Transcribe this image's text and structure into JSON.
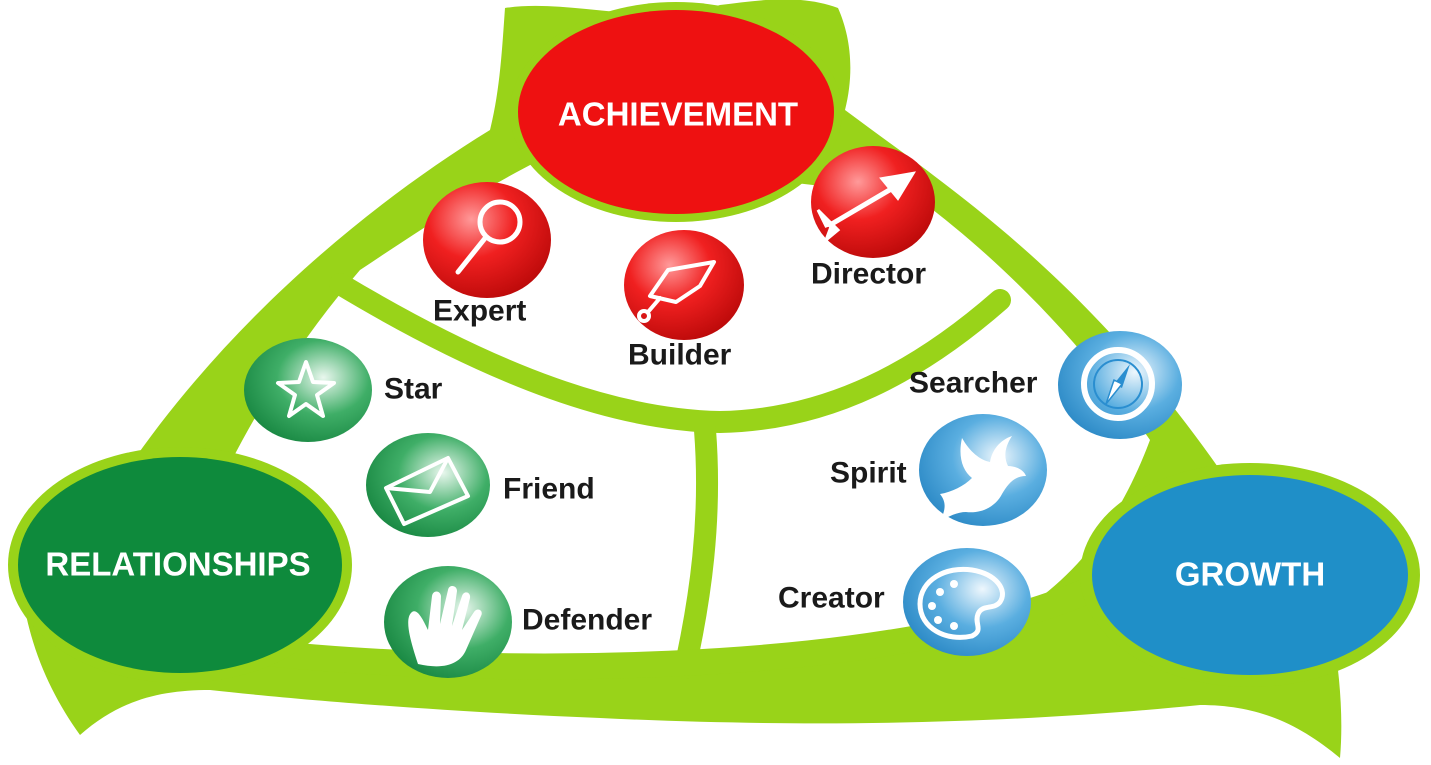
{
  "colors": {
    "frame": "#99d319",
    "frame_dark": "#86bd12",
    "achievement": "#ee1111",
    "relationships": "#0e8a3c",
    "growth": "#1f8fc8",
    "icon_red": "#e01818",
    "icon_green": "#17924a",
    "icon_blue": "#2a8ed0"
  },
  "hubs": {
    "achievement": "ACHIEVEMENT",
    "relationships": "RELATIONSHIPS",
    "growth": "GROWTH"
  },
  "items": {
    "expert": {
      "label": "Expert",
      "icon": "magnifier-icon"
    },
    "builder": {
      "label": "Builder",
      "icon": "trowel-icon"
    },
    "director": {
      "label": "Director",
      "icon": "arrow-icon"
    },
    "star": {
      "label": "Star",
      "icon": "star-icon"
    },
    "friend": {
      "label": "Friend",
      "icon": "envelope-icon"
    },
    "defender": {
      "label": "Defender",
      "icon": "hand-icon"
    },
    "searcher": {
      "label": "Searcher",
      "icon": "compass-icon"
    },
    "spirit": {
      "label": "Spirit",
      "icon": "dove-icon"
    },
    "creator": {
      "label": "Creator",
      "icon": "palette-icon"
    }
  }
}
